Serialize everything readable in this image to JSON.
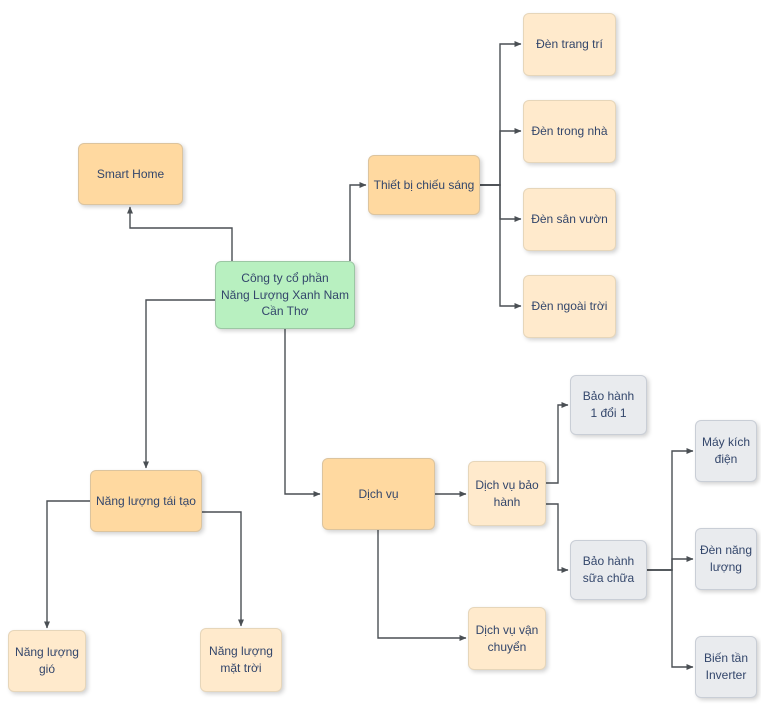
{
  "diagram": {
    "nodes": {
      "smart_home": {
        "label": "Smart Home"
      },
      "company": {
        "label": "Công ty cổ phần\nNăng Lượng Xanh Nam\nCần Thơ"
      },
      "lighting": {
        "label": "Thiết bị chiếu sáng"
      },
      "den_trang_tri": {
        "label": "Đèn trang trí"
      },
      "den_trong_nha": {
        "label": "Đèn trong nhà"
      },
      "den_san_vuon": {
        "label": "Đèn sân vườn"
      },
      "den_ngoai_troi": {
        "label": "Đèn ngoài trời"
      },
      "renewable": {
        "label": "Năng lượng tái tạo"
      },
      "wind": {
        "label": "Năng lượng\ngió"
      },
      "solar": {
        "label": "Năng lượng\nmặt trời"
      },
      "services": {
        "label": "Dịch vụ"
      },
      "warranty_service": {
        "label": "Dịch vụ bảo\nhành"
      },
      "shipping_service": {
        "label": "Dịch vụ vận\nchuyển"
      },
      "warranty_1_1": {
        "label": "Bảo hành\n1 đổi 1"
      },
      "warranty_repair": {
        "label": "Bảo hành\nsữa chữa"
      },
      "power_booster": {
        "label": "Máy kích\nđiện"
      },
      "energy_lamp": {
        "label": "Đèn năng\nlượng"
      },
      "inverter": {
        "label": "Biến tần\nInverter"
      }
    },
    "colors": {
      "root_fill": "#b8f0c0",
      "root_border": "#9cc7a4",
      "branch_fill": "#ffd9a0",
      "branch_border": "#dcc49e",
      "leaf_fill": "#ffeacc",
      "leaf_border": "#e6d6ba",
      "gray_fill": "#e9ebee",
      "gray_border": "#c9ced6",
      "text": "#33466b",
      "line": "#4a4f54"
    }
  }
}
